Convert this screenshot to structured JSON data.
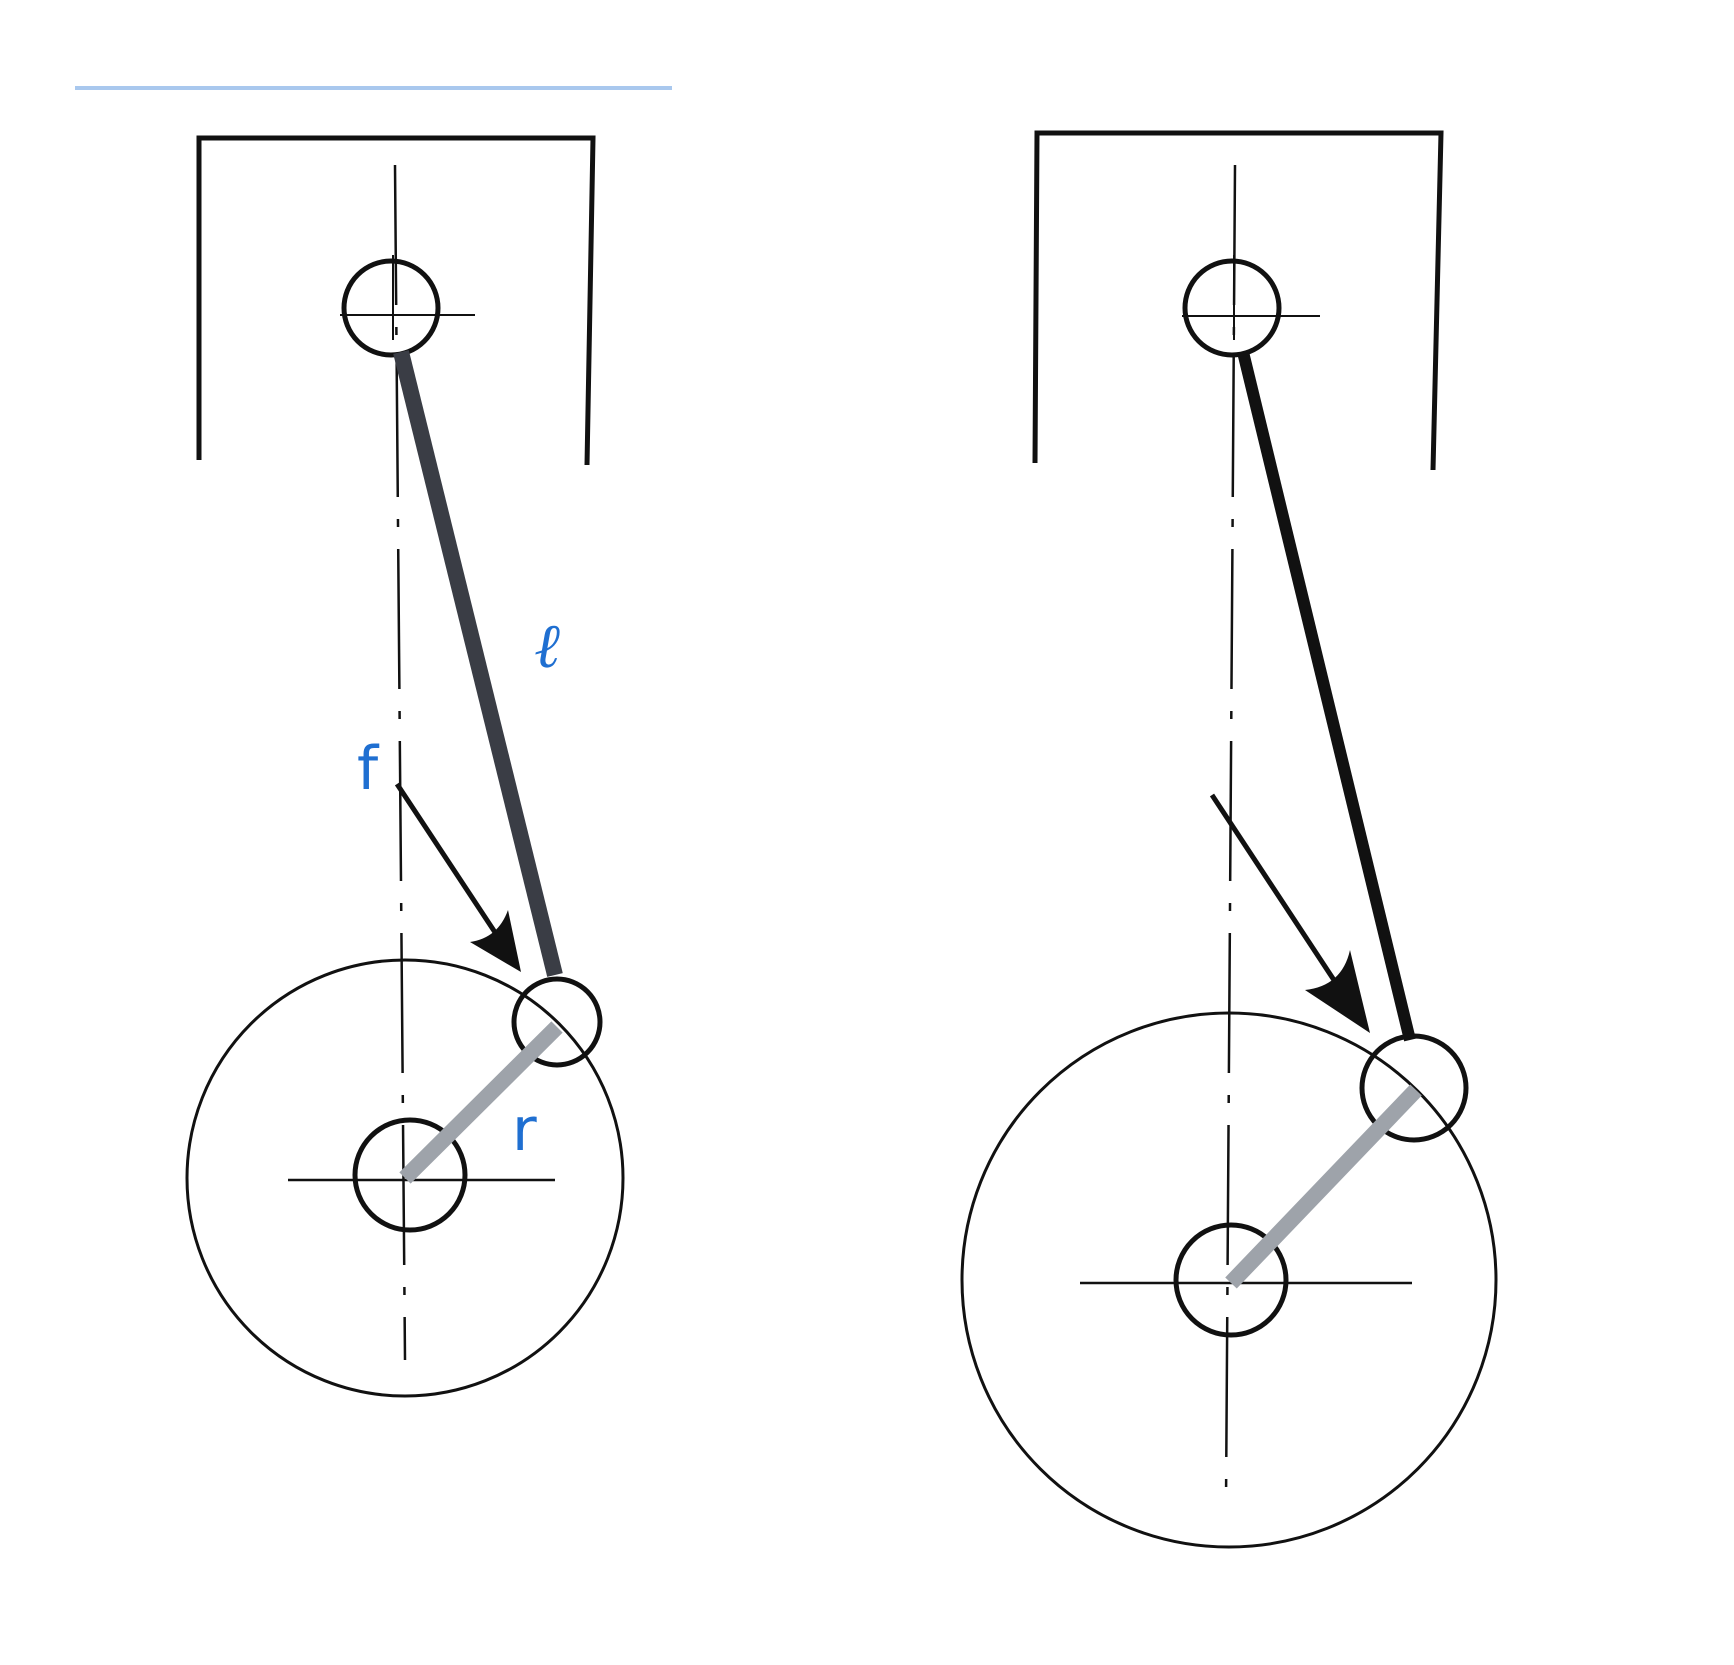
{
  "colors": {
    "background": "#ffffff",
    "ink": "#111111",
    "accent_blue": "#1f6fd1",
    "rule_blue": "#a9c8ee",
    "rod_dark": "#3a3d45",
    "crank_gray": "#9ea3aa"
  },
  "labels": {
    "rod_length": "ℓ",
    "force": "f",
    "crank_radius": "r"
  }
}
